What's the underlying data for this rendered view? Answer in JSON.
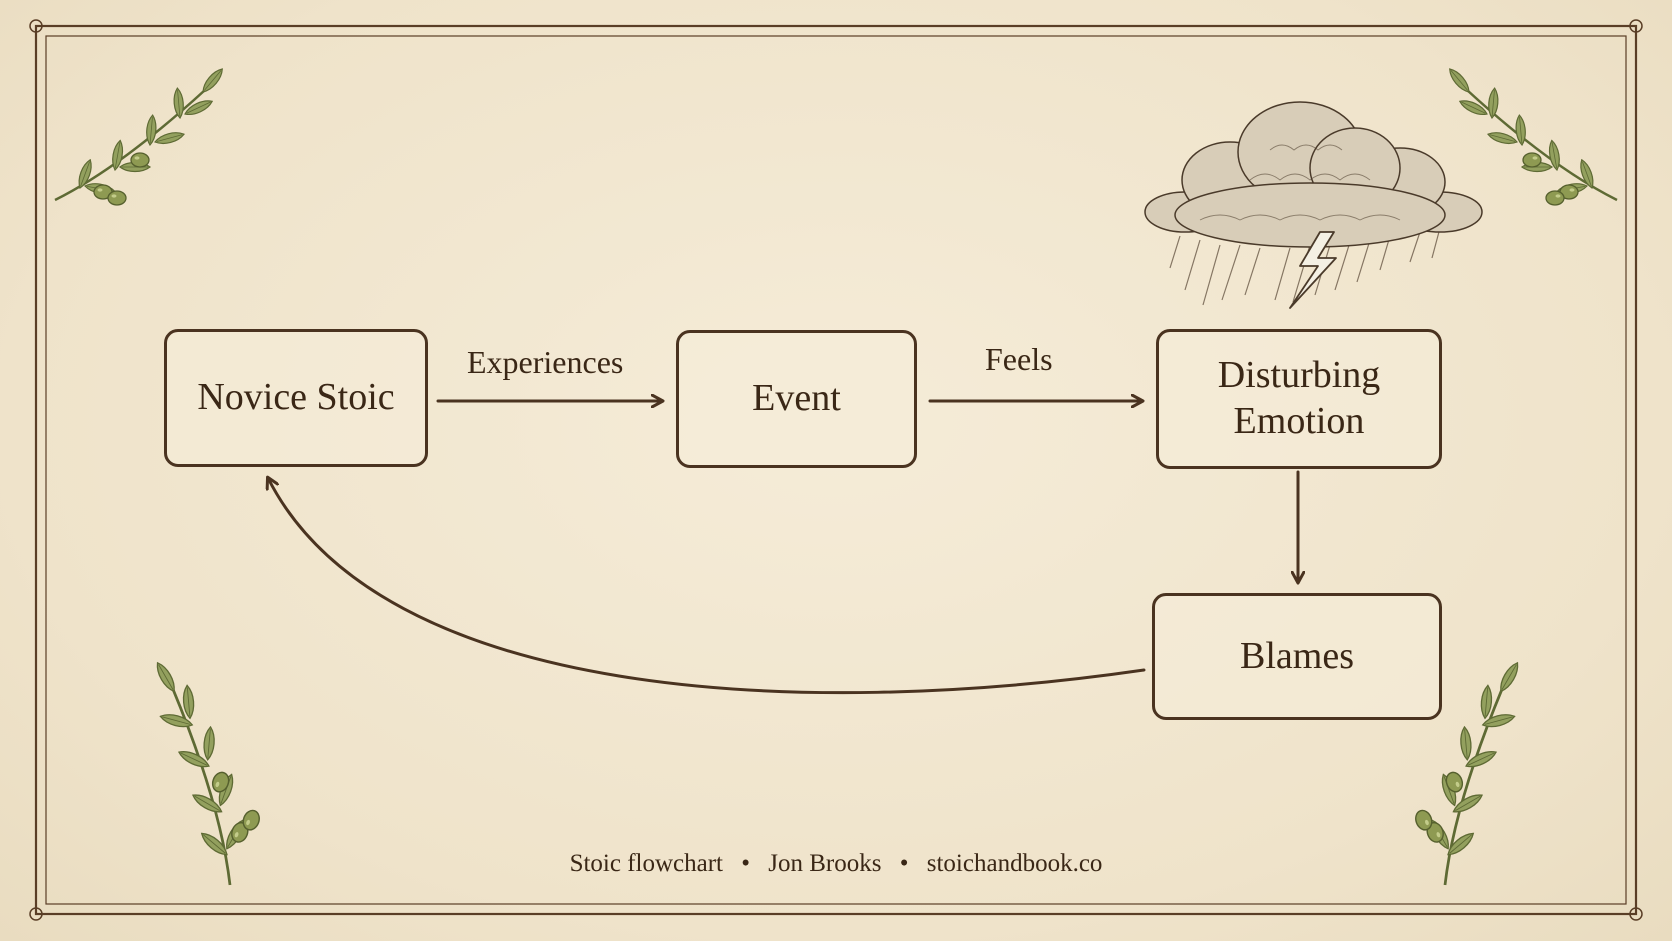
{
  "diagram": {
    "nodes": {
      "novice": "Novice Stoic",
      "event": "Event",
      "disturbing_line1": "Disturbing",
      "disturbing_line2": "Emotion",
      "blames": "Blames"
    },
    "edges": {
      "experiences": "Experiences",
      "feels": "Feels"
    }
  },
  "footer": {
    "title": "Stoic flowchart",
    "separator": "•",
    "author": "Jon Brooks",
    "site": "stoichandbook.co"
  },
  "icons": [
    "storm-cloud-icon",
    "lightning-icon",
    "olive-branch-icon"
  ],
  "colors": {
    "ink": "#4a3320",
    "paper": "#f2e8d3",
    "olive": "#7d8a4a"
  }
}
